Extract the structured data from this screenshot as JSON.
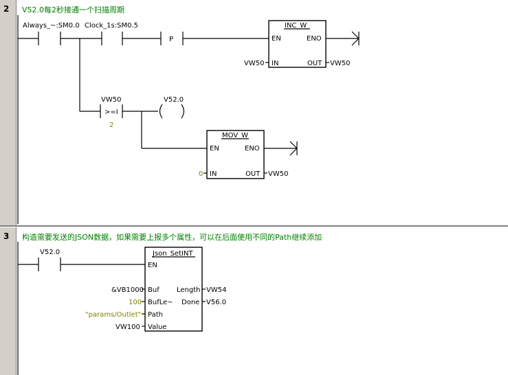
{
  "networks": [
    {
      "number": "2",
      "comment": "V52.0每2秒接通一个扫描周期",
      "contacts": {
        "always": "Always_~:SM0.0",
        "clock": "Clock_1s:SM0.5",
        "p_label": "P"
      },
      "inc_w": {
        "title": "INC_W",
        "en": "EN",
        "eno": "ENO",
        "in": "IN",
        "out": "OUT",
        "in_operand": "VW50",
        "out_operand": "VW50"
      },
      "compare": {
        "operand_top": "VW50",
        "operator": ">=I",
        "operand_bottom": "2"
      },
      "coil": {
        "label": "V52.0",
        "symbol": "(    )"
      },
      "mov_w": {
        "title": "MOV_W",
        "en": "EN",
        "eno": "ENO",
        "in": "IN",
        "out": "OUT",
        "in_operand": "0",
        "out_operand": "VW50"
      }
    },
    {
      "number": "3",
      "comment": "构造需要发送的JSON数据，如果需要上报多个属性，可以在后面使用不同的Path继续添加",
      "contact": "V52.0",
      "json_setint": {
        "title": "Json_SetINT",
        "en": "EN",
        "pins_left": [
          {
            "pin": "Buf",
            "operand": "&VB1000"
          },
          {
            "pin": "BufLe~",
            "operand": "100"
          },
          {
            "pin": "Path",
            "operand": "\"params/Outlet\"~"
          },
          {
            "pin": "Value",
            "operand": "VW100"
          }
        ],
        "pins_right": [
          {
            "pin": "Length",
            "operand": "VW54"
          },
          {
            "pin": "Done",
            "operand": "V56.0"
          }
        ]
      }
    }
  ],
  "colors": {
    "comment": "#008000",
    "constant": "#808000",
    "gutter": "#d4d0c8"
  }
}
